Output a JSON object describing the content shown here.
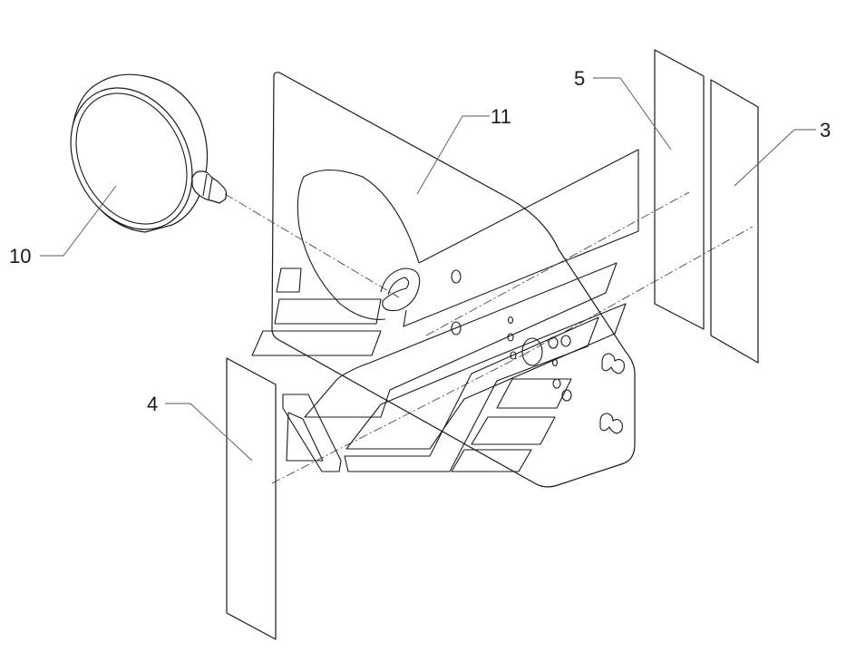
{
  "callouts": {
    "c10": "10",
    "c11": "11",
    "c5": "5",
    "c3": "3",
    "c4": "4"
  }
}
